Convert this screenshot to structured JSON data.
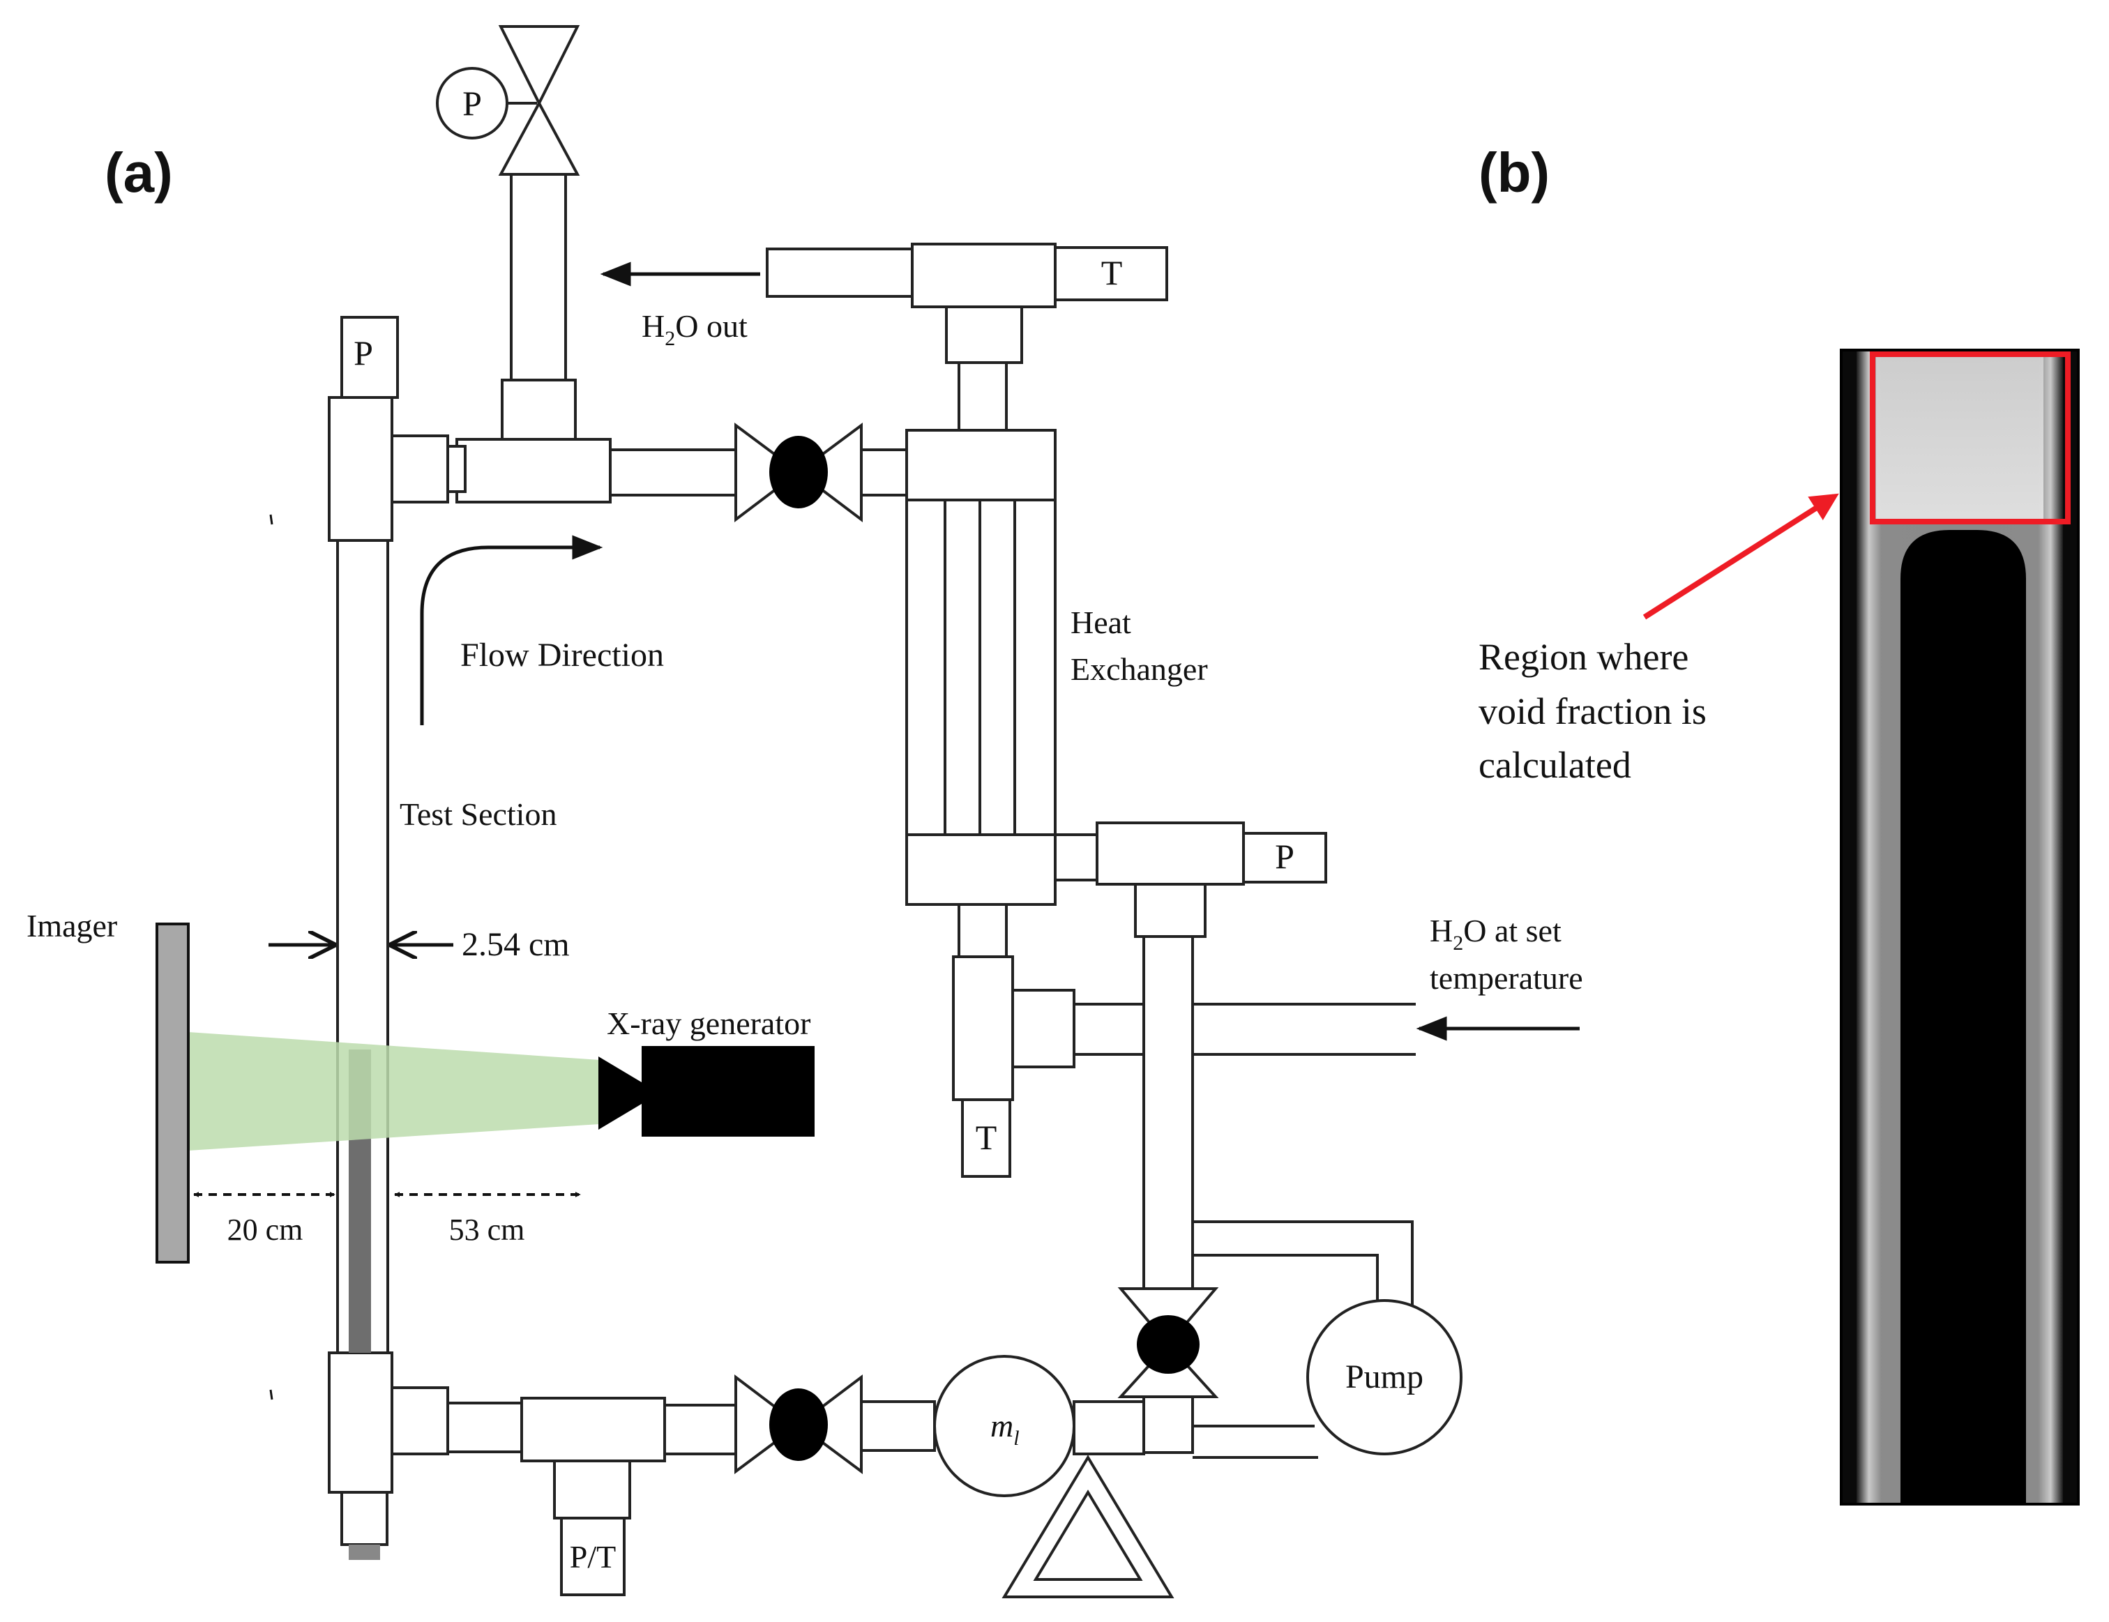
{
  "panels": {
    "a_label": "(a)",
    "b_label": "(b)"
  },
  "labels": {
    "pressure_top": "P",
    "pressure_test_section": "P",
    "temperature_hx_out": "T",
    "pressure_hx_in": "P",
    "temperature_hx_in": "T",
    "pressure_temperature_bottom": "P/T",
    "h2o_out_main": "H",
    "h2o_out_sub": "2",
    "h2o_out_rest": "O out",
    "flow_direction": "Flow Direction",
    "heat_exchanger_line1": "Heat",
    "heat_exchanger_line2": "Exchanger",
    "test_section": "Test Section",
    "imager": "Imager",
    "diameter": "2.54 cm",
    "h2o_set_main": "H",
    "h2o_set_sub": "2",
    "h2o_set_rest": "O at set",
    "h2o_set_line2": "temperature",
    "xray_generator": "X-ray generator",
    "distance_imager": "20 cm",
    "distance_generator": "53 cm",
    "flow_meter_main": "m",
    "flow_meter_sub": "l",
    "pump": "Pump",
    "region_line1": "Region where",
    "region_line2": "void fraction is",
    "region_line3": "calculated"
  },
  "colors": {
    "xray_beam": "#bcdcad",
    "region_box": "#ee1c25",
    "imager_plate": "#a8a8a8"
  }
}
